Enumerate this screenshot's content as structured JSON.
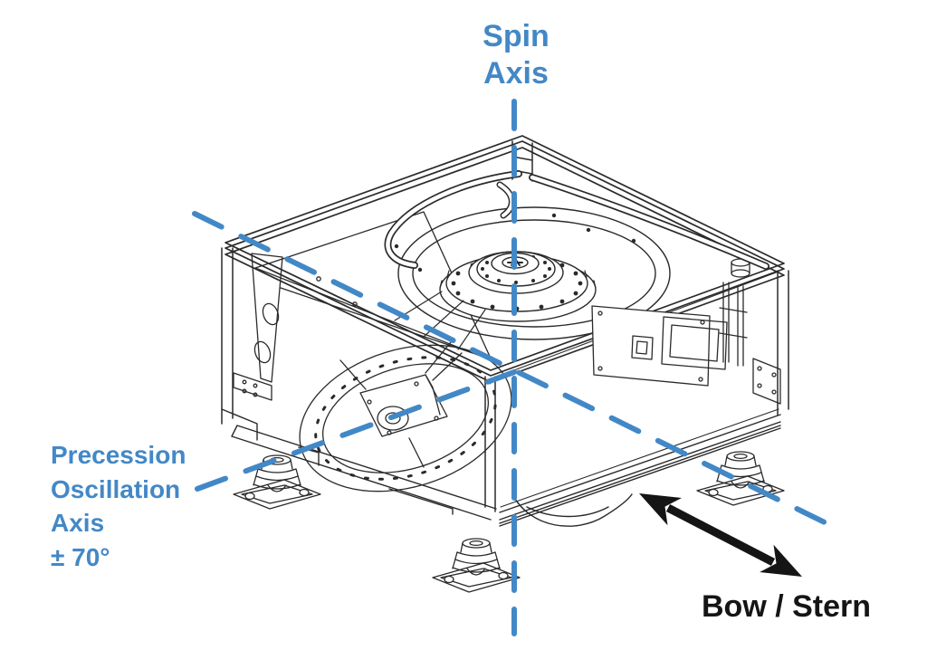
{
  "colors": {
    "axis_blue": "#4388C6",
    "ink": "#151515",
    "machine_line": "#2a2a2a",
    "background": "#ffffff"
  },
  "labels": {
    "spin_axis": [
      "Spin",
      "Axis"
    ],
    "precession_axis": [
      "Precession",
      "Oscillation",
      "Axis",
      "± 70°"
    ],
    "bow_stern": "Bow / Stern"
  }
}
